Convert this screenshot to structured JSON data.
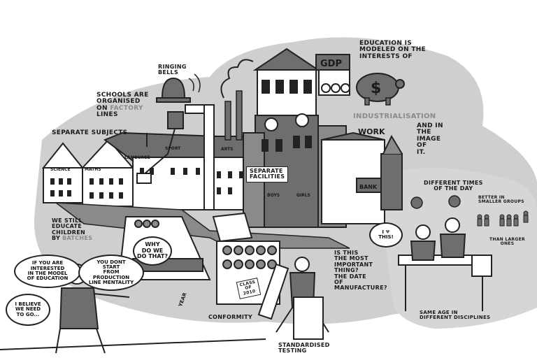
{
  "labels": {
    "ringing_bells": [
      "RINGING",
      "BELLS"
    ],
    "schools_organised": [
      "SCHOOLS ARE",
      "ORGANISED",
      "ON"
    ],
    "factory": "FACTORY",
    "lines": "LINES",
    "separate_subjects": "SEPARATE SUBJECTS",
    "education_modeled": [
      "EDUCATION IS",
      "MODELED ON THE",
      "INTERESTS OF"
    ],
    "industrialisation": "INDUSTRIALISATION",
    "and_in_image": [
      "AND IN",
      "THE",
      "IMAGE",
      "OF",
      "IT."
    ],
    "different_times": [
      "DIFFERENT TIMES",
      "OF THE DAY"
    ],
    "better_smaller": [
      "BETTER IN",
      "SMALLER GROUPS"
    ],
    "than_larger": [
      "THAN LARGER",
      "ONES"
    ],
    "we_still_educate": [
      "WE STILL",
      "EDUCATE",
      "CHILDREN",
      "BY"
    ],
    "batches": "BATCHES",
    "is_this": [
      "IS THIS",
      "THE MOST",
      "IMPORTANT",
      "THING?",
      "THE DATE",
      "OF",
      "MANUFACTURE?"
    ],
    "conformity": "CONFORMITY",
    "standardised_testing": [
      "STANDARDISED",
      "TESTING"
    ],
    "same_age": [
      "SAME AGE IN",
      "DIFFERENT DISCIPLINES"
    ]
  },
  "building_signs": {
    "science": "SCIENCE",
    "maths": "MATHS",
    "language": "LANGUAGE",
    "sport": "SPORT",
    "arts": "ARTS",
    "separate_facilities": [
      "SEPARATE",
      "FACILITIES"
    ],
    "boys": "BOYS",
    "girls": "GIRLS",
    "bank": "BANK",
    "work": "WORK",
    "gdp": "GDP",
    "class_of": [
      "CLASS",
      "OF",
      "2010"
    ],
    "year": "YEAR"
  },
  "bubbles": {
    "why_do_we": [
      "WHY",
      "DO WE",
      "DO THAT?"
    ],
    "if_you_are": [
      "IF YOU ARE",
      "INTERESTED",
      "IN THE MODEL",
      "OF EDUCATION"
    ],
    "you_dont_start": [
      "YOU DONT",
      "START",
      "FROM",
      "PRODUCTION",
      "LINE MENTALITY"
    ],
    "i_believe": [
      "I BELIEVE",
      "WE NEED",
      "TO GO..."
    ],
    "i_love_this": [
      "I",
      "THIS!"
    ]
  },
  "icons": [
    "bell-icon",
    "piggy-bank-icon",
    "dollar-icon",
    "heart-icon",
    "smokestack-icon",
    "ruler-icon",
    "clock-icon"
  ],
  "colors": {
    "background": "#ffffff",
    "shadow_grey": "#c8c8c8",
    "dark_grey": "#6e6e6e",
    "ink": "#1a1a1a",
    "accent_grey": "#8a8a8a"
  }
}
